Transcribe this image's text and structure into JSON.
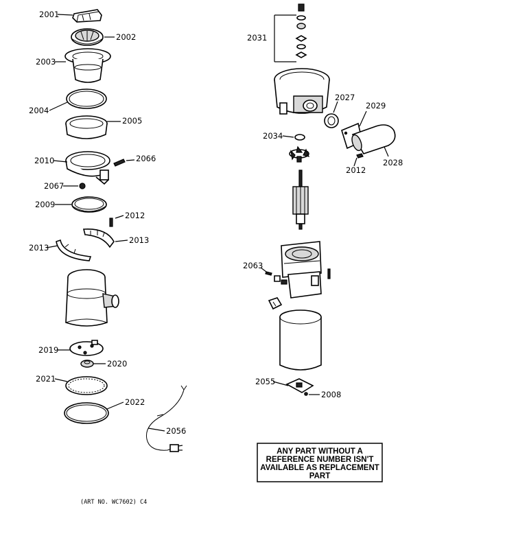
{
  "labels": {
    "p2001": "2001",
    "p2002": "2002",
    "p2003": "2003",
    "p2004": "2004",
    "p2005": "2005",
    "p2010": "2010",
    "p2066": "2066",
    "p2067": "2067",
    "p2009": "2009",
    "p2012a": "2012",
    "p2013a": "2013",
    "p2013b": "2013",
    "p2019": "2019",
    "p2020": "2020",
    "p2021": "2021",
    "p2022": "2022",
    "p2056": "2056",
    "p2031": "2031",
    "p2027": "2027",
    "p2029": "2029",
    "p2034": "2034",
    "p2012b": "2012",
    "p2028": "2028",
    "p2063": "2063",
    "p2055": "2055",
    "p2008": "2008"
  },
  "notice": {
    "line1": "ANY PART WITHOUT A",
    "line2": "REFERENCE NUMBER ISN'T",
    "line3": "AVAILABLE AS REPLACEMENT",
    "line4": "PART"
  },
  "art_number": "(ART NO. WC7602) C4"
}
